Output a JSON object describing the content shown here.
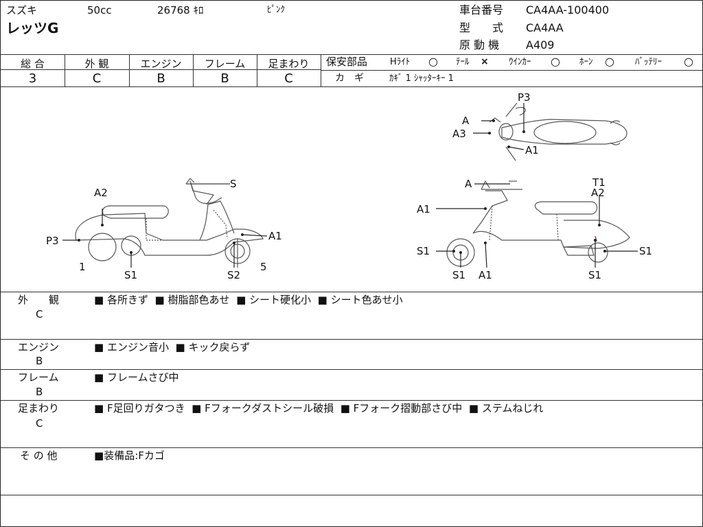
{
  "header": {
    "maker": "スズキ",
    "displacement": "50cc",
    "mileage": "26768 ｷﾛ",
    "color": "ﾋﾟﾝｸ",
    "model_name": "レッツG",
    "frame_no_label": "車台番号",
    "frame_no": "CA4AA-100400",
    "type_label": "型　　式",
    "type_value": "CA4AA",
    "engine_label": "原 動 機",
    "engine_value": "A409"
  },
  "grades": {
    "headers": [
      "総 合",
      "外 観",
      "エンジン",
      "フレーム",
      "足まわり"
    ],
    "values": [
      "3",
      "C",
      "B",
      "B",
      "C"
    ]
  },
  "safety": {
    "title": "保安部品",
    "items": [
      {
        "label": "Hﾗｲﾄ",
        "mark": "○"
      },
      {
        "label": "ﾃｰﾙ",
        "mark": "×"
      },
      {
        "label": "ｳｲﾝｶｰ",
        "mark": "○"
      },
      {
        "label": "ﾎｰﾝ",
        "mark": "○"
      },
      {
        "label": "ﾊﾞｯﾃﾘｰ",
        "mark": "○"
      }
    ],
    "key_label": "カ　ギ",
    "key_value": "ｶｷﾞ 1 ｼｬｯﾀｰｷｰ 1"
  },
  "diagram": {
    "left": {
      "S": "S",
      "A2": "A2",
      "P3": "P3",
      "A1": "A1",
      "S1": "S1",
      "S2": "S2",
      "n1": "1",
      "n5": "5"
    },
    "top": {
      "P3": "P3",
      "A": "A",
      "A3": "A3",
      "A1": "A1"
    },
    "right": {
      "A": "A",
      "T1": "T1",
      "A2": "A2",
      "A1": "A1",
      "S1a": "S1",
      "S1b": "S1",
      "S1c": "S1",
      "A1b": "A1",
      "S1d": "S1"
    }
  },
  "notes": [
    {
      "title": "外　　観",
      "grade": "C",
      "items": [
        "各所きず",
        "樹脂部色あせ",
        "シート硬化小",
        "シート色あせ小"
      ]
    },
    {
      "title": "エンジン",
      "grade": "B",
      "items": [
        "エンジン音小",
        "キック戻らず"
      ]
    },
    {
      "title": "フレーム",
      "grade": "B",
      "items": [
        "フレームさび中"
      ]
    },
    {
      "title": "足まわり",
      "grade": "C",
      "items": [
        "F足回りガタつき",
        "Fフォークダストシール破損",
        "Fフォーク摺動部さび中",
        "ステムねじれ"
      ]
    },
    {
      "title": "そ の 他",
      "grade": "",
      "items": [
        "装備品:Fカゴ"
      ]
    }
  ],
  "icons": {
    "bullet": "black-square-icon"
  }
}
